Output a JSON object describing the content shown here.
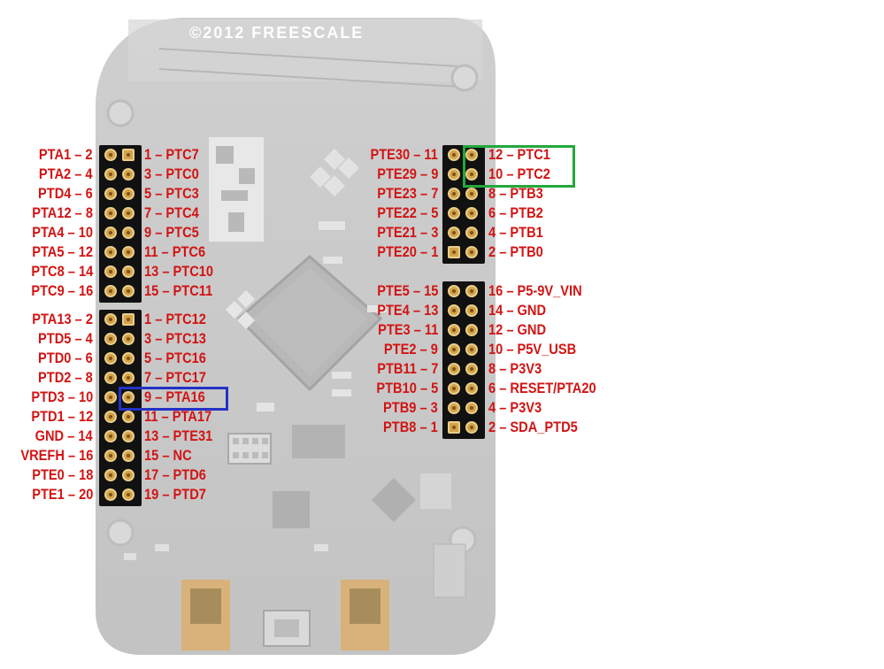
{
  "copyright": "©2012 FREESCALE",
  "colors": {
    "label": "#d21414",
    "highlight_green": "#22a83c",
    "highlight_blue": "#2431c4",
    "board": "#c9c9c9",
    "header": "#111111",
    "pin": "#d4a24a"
  },
  "headers": {
    "j1": {
      "left": [
        "PTA1 – 2",
        "PTA2 – 4",
        "PTD4 – 6",
        "PTA12 – 8",
        "PTA4 – 10",
        "PTA5 – 12",
        "PTC8 – 14",
        "PTC9 – 16"
      ],
      "right": [
        "1 – PTC7",
        "3 – PTC0",
        "5 – PTC3",
        "7 – PTC4",
        "9 – PTC5",
        "11 – PTC6",
        "13 – PTC10",
        "15 – PTC11"
      ]
    },
    "j2": {
      "left": [
        "PTA13 – 2",
        "PTD5 – 4",
        "PTD0 – 6",
        "PTD2 – 8",
        "PTD3 – 10",
        "PTD1 – 12",
        "GND – 14",
        "VREFH – 16",
        "PTE0 – 18",
        "PTE1 – 20"
      ],
      "right": [
        "1 – PTC12",
        "3 – PTC13",
        "5 – PTC16",
        "7 – PTC17",
        "9 – PTA16",
        "11 – PTA17",
        "13 – PTE31",
        "15 – NC",
        "17 – PTD6",
        "19 – PTD7"
      ]
    },
    "j3": {
      "left": [
        "PTE30 – 11",
        "PTE29 – 9",
        "PTE23 – 7",
        "PTE22 – 5",
        "PTE21 – 3",
        "PTE20 – 1"
      ],
      "right": [
        "12 – PTC1",
        "10 – PTC2",
        "8 – PTB3",
        "6 – PTB2",
        "4 – PTB1",
        "2 – PTB0"
      ]
    },
    "j4": {
      "left": [
        "PTE5 – 15",
        "PTE4 – 13",
        "PTE3 – 11",
        "PTE2 – 9",
        "PTB11 – 7",
        "PTB10 – 5",
        "PTB9 – 3",
        "PTB8 – 1"
      ],
      "right": [
        "16 – P5-9V_VIN",
        "14 – GND",
        "12 – GND",
        "10 – P5V_USB",
        "8 – P3V3",
        "6 – RESET/PTA20",
        "4 – P3V3",
        "2 – SDA_PTD5"
      ]
    }
  },
  "highlights": [
    {
      "header": "j3",
      "side": "right",
      "rows": [
        0,
        1
      ],
      "color": "green"
    },
    {
      "header": "j2",
      "side": "right",
      "rows": [
        4
      ],
      "color": "blue"
    }
  ]
}
